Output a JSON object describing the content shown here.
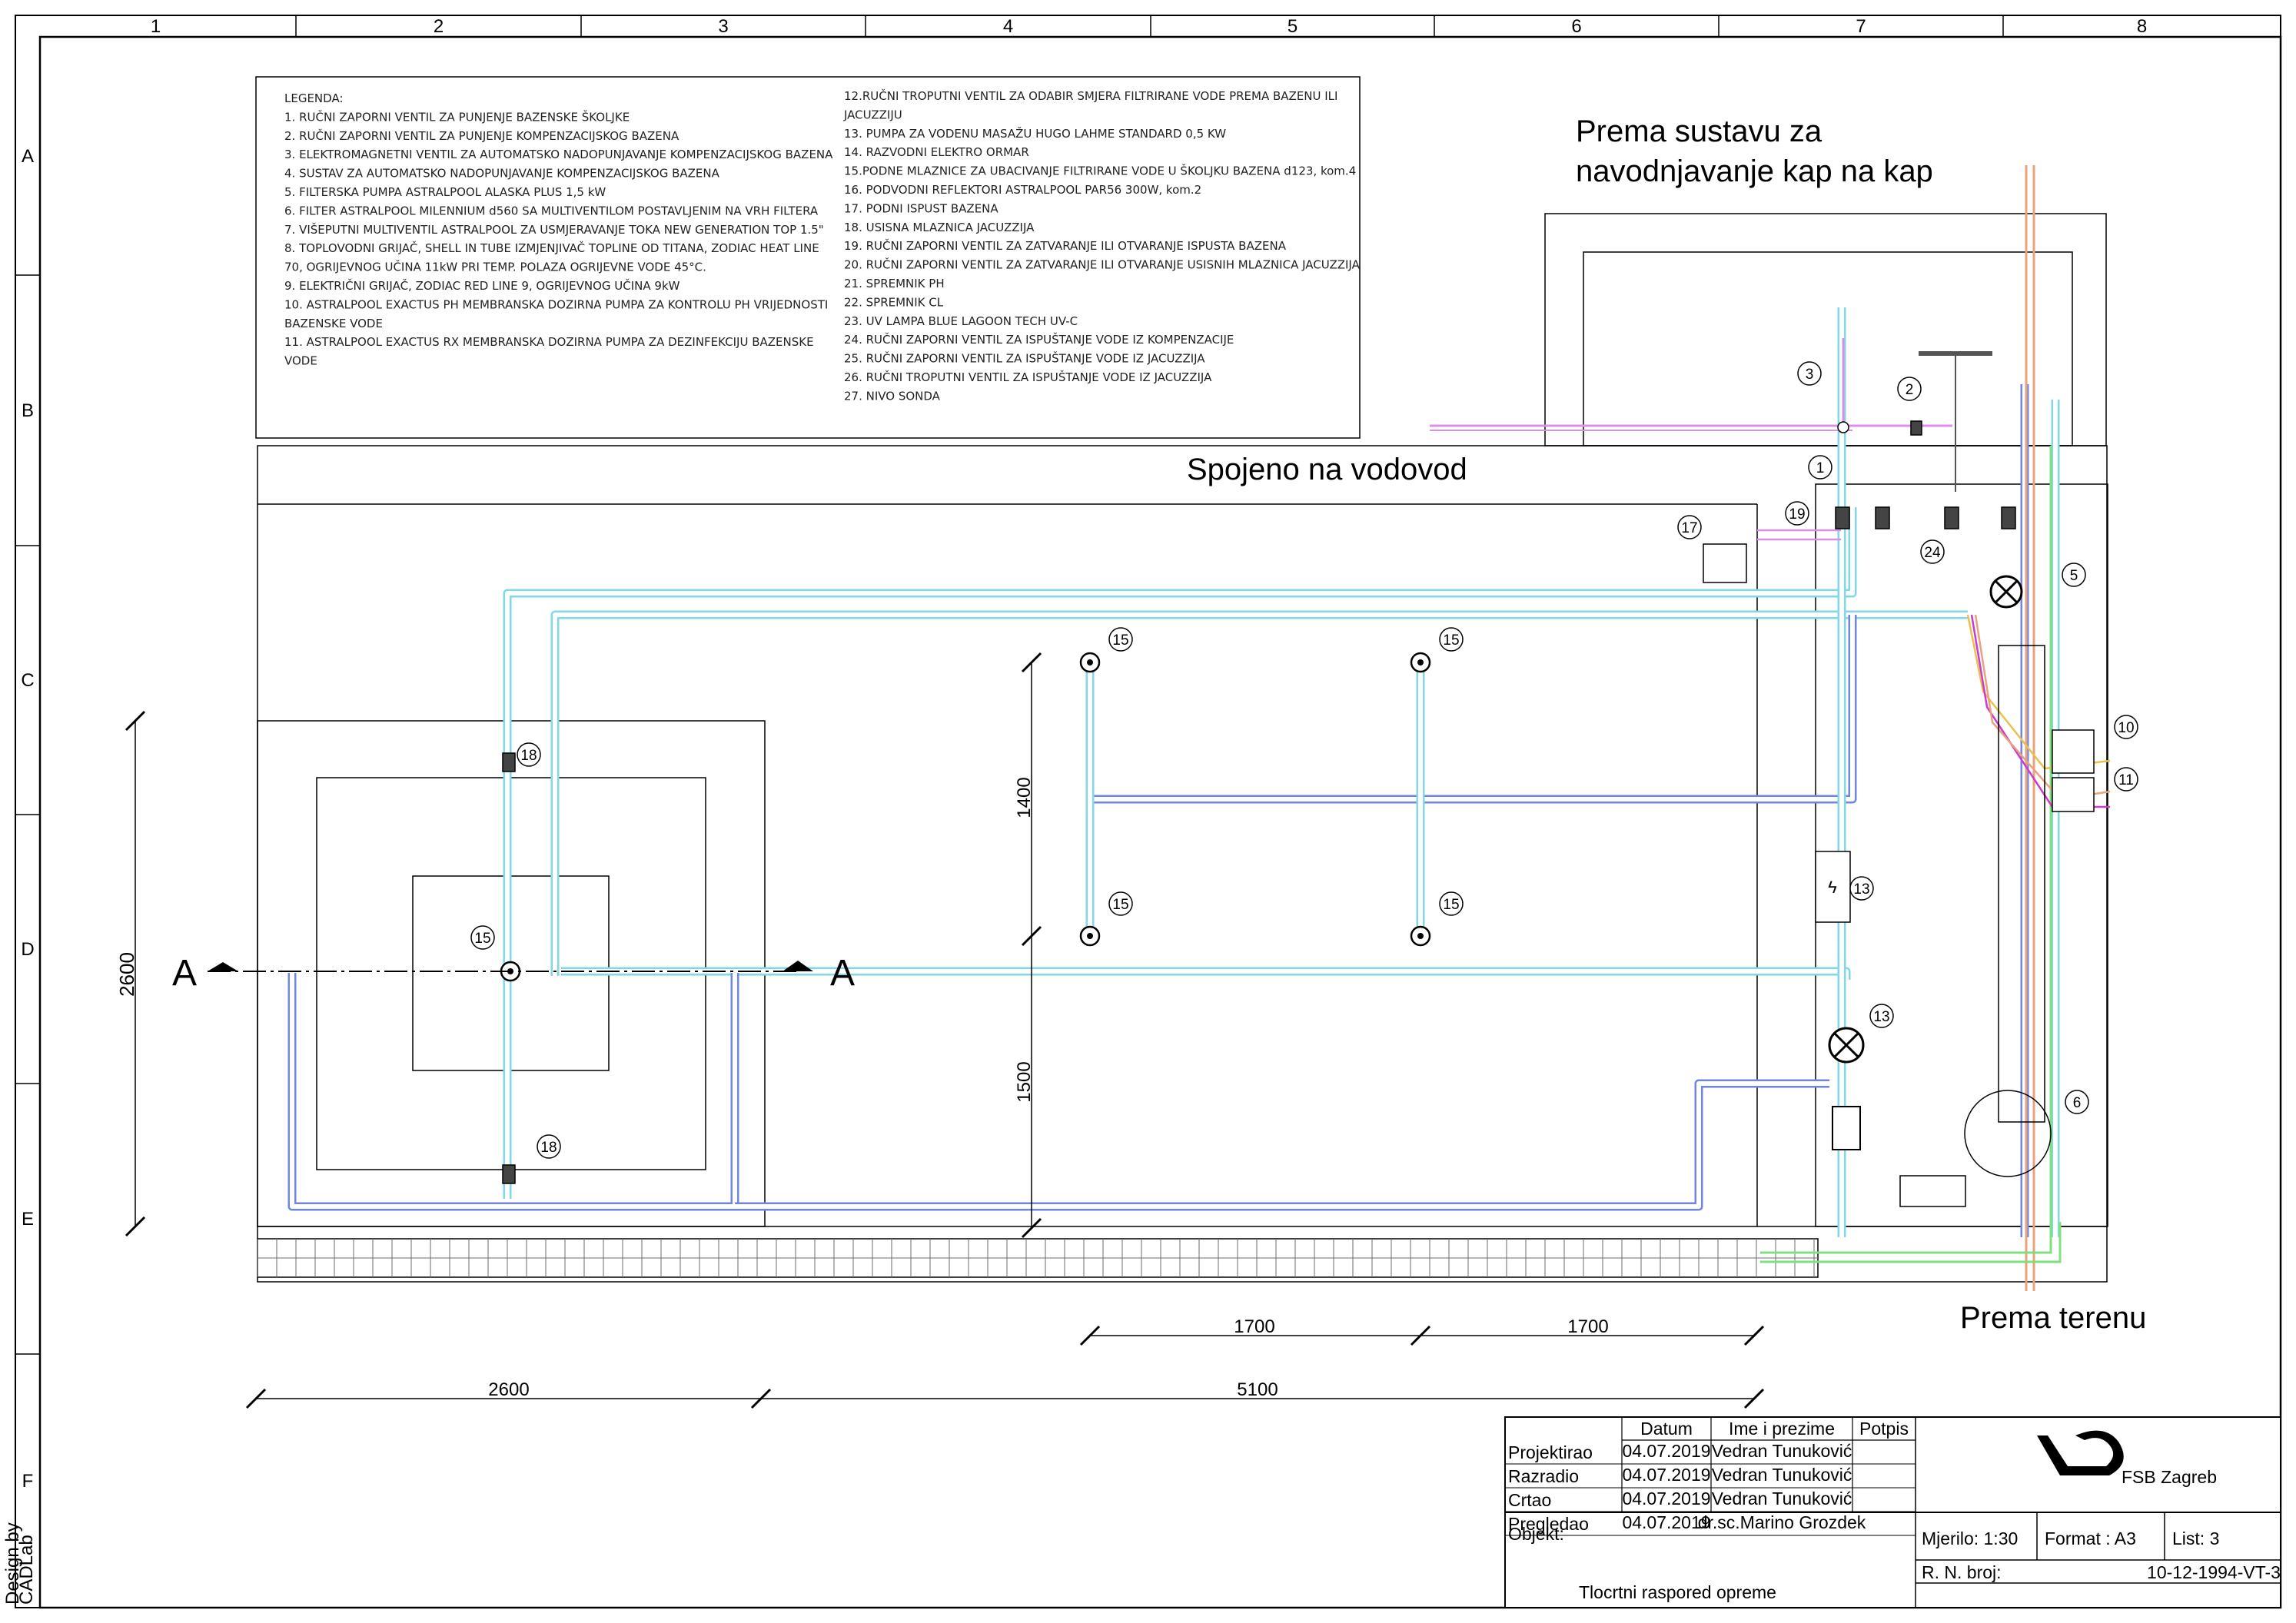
{
  "frame": {
    "columns": [
      "1",
      "2",
      "3",
      "4",
      "5",
      "6",
      "7",
      "8"
    ],
    "rows": [
      "A",
      "B",
      "C",
      "D",
      "E",
      "F"
    ],
    "design_credit": [
      "Design by",
      "CADLab"
    ]
  },
  "legend": {
    "left": [
      "LEGENDA:",
      "1. RUČNI ZAPORNI VENTIL ZA PUNJENJE BAZENSKE ŠKOLJKE",
      "2. RUČNI ZAPORNI VENTIL ZA PUNJENJE KOMPENZACIJSKOG BAZENA",
      "3. ELEKTROMAGNETNI VENTIL ZA AUTOMATSKO NADOPUNJAVANJE KOMPENZACIJSKOG BAZENA",
      "4. SUSTAV ZA AUTOMATSKO NADOPUNJAVANJE KOMPENZACIJSKOG BAZENA",
      "5. FILTERSKA PUMPA ASTRALPOOL ALASKA PLUS 1,5 kW",
      "6. FILTER ASTRALPOOL MILENNIUM d560 SA MULTIVENTILOM POSTAVLJENIM NA VRH FILTERA",
      "7. VIŠEPUTNI MULTIVENTIL ASTRALPOOL ZA USMJERAVANJE TOKA NEW GENERATION TOP 1.5\"",
      "8. TOPLOVODNI GRIJAČ, SHELL IN TUBE IZMJENJIVAČ TOPLINE OD TITANA, ZODIAC HEAT LINE",
      "70, OGRIJEVNOG UČINA 11kW PRI TEMP. POLAZA OGRIJEVNE VODE 45°C.",
      "9. ELEKTRIČNI GRIJAČ, ZODIAC RED LINE 9, OGRIJEVNOG UČINA 9kW",
      "10. ASTRALPOOL EXACTUS PH MEMBRANSKA DOZIRNA PUMPA ZA KONTROLU PH VRIJEDNOSTI",
      "BAZENSKE VODE",
      "11. ASTRALPOOL EXACTUS RX MEMBRANSKA DOZIRNA PUMPA ZA DEZINFEKCIJU BAZENSKE",
      "VODE"
    ],
    "right": [
      "12.RUČNI TROPUTNI VENTIL ZA ODABIR SMJERA FILTRIRANE VODE PREMA BAZENU ILI",
      "JACUZZIJU",
      "13. PUMPA ZA VODENU MASAŽU HUGO LAHME STANDARD 0,5 KW",
      "14. RAZVODNI ELEKTRO ORMAR",
      "15.PODNE MLAZNICE ZA UBACIVANJE FILTRIRANE VODE U ŠKOLJKU BAZENA d123, kom.4",
      "16. PODVODNI REFLEKTORI ASTRALPOOL PAR56 300W, kom.2",
      "17. PODNI ISPUST BAZENA",
      "18. USISNA MLAZNICA JACUZZIJA",
      "19. RUČNI ZAPORNI VENTIL ZA ZATVARANJE ILI OTVARANJE ISPUSTA BAZENA",
      "20. RUČNI ZAPORNI VENTIL ZA ZATVARANJE ILI OTVARANJE USISNIH MLAZNICA JACUZZIJA",
      "21. SPREMNIK PH",
      "22. SPREMNIK CL",
      "23. UV LAMPA BLUE LAGOON TECH UV-C",
      "24. RUČNI ZAPORNI VENTIL ZA ISPUŠTANJE VODE IZ KOMPENZACIJE",
      "25. RUČNI ZAPORNI VENTIL ZA ISPUŠTANJE VODE IZ JACUZZIJA",
      "26. RUČNI TROPUTNI VENTIL ZA ISPUŠTANJE VODE IZ JACUZZIJA",
      "27. NIVO SONDA"
    ]
  },
  "labels": {
    "irrigation_line1": "Prema sustavu za",
    "irrigation_line2": "navodnjavanje kap na kap",
    "water_supply": "Spojeno na vodovod",
    "to_terrain": "Prema terenu",
    "section_left": "A",
    "section_right": "A"
  },
  "dimensions": {
    "left_vertical": "2600",
    "spacing_upper": "1400",
    "spacing_lower": "1500",
    "jet_spacing_1": "1700",
    "jet_spacing_2": "1700",
    "bottom_1": "2600",
    "bottom_2": "5100"
  },
  "callouts": [
    "1",
    "2",
    "3",
    "5",
    "6",
    "10",
    "11",
    "13",
    "13",
    "15",
    "15",
    "15",
    "15",
    "15",
    "17",
    "18",
    "18",
    "19",
    "24"
  ],
  "title_block": {
    "headers": {
      "datum": "Datum",
      "ime": "Ime i prezime",
      "potpis": "Potpis"
    },
    "rows": [
      {
        "role": "Projektirao",
        "date": "04.07.2019",
        "name": "Vedran Tunuković"
      },
      {
        "role": "Razradio",
        "date": "04.07.2019",
        "name": "Vedran Tunuković"
      },
      {
        "role": "Crtao",
        "date": "04.07.2019",
        "name": "Vedran Tunuković"
      },
      {
        "role": "Pregledao",
        "date": "04.07.2019",
        "name": "dr.sc.Marino Grozdek"
      }
    ],
    "institution": "FSB Zagreb",
    "object_label": "Objekt:",
    "object_title": "Tlocrtni raspored opreme",
    "scale": "Mjerilo: 1:30",
    "format": "Format : A3",
    "sheet": "List: 3",
    "reg_label": "R. N. broj:",
    "reg_number": "10-12-1994-VT-3"
  },
  "colors": {
    "cyan": "#7fd9e6",
    "blue": "#6f86e8",
    "pink": "#dc8fe8",
    "green": "#7ee07e",
    "orange": "#e8a27e",
    "yellow": "#e8c24a",
    "magenta": "#cc3ccc",
    "tile": "#6e6e6e"
  }
}
